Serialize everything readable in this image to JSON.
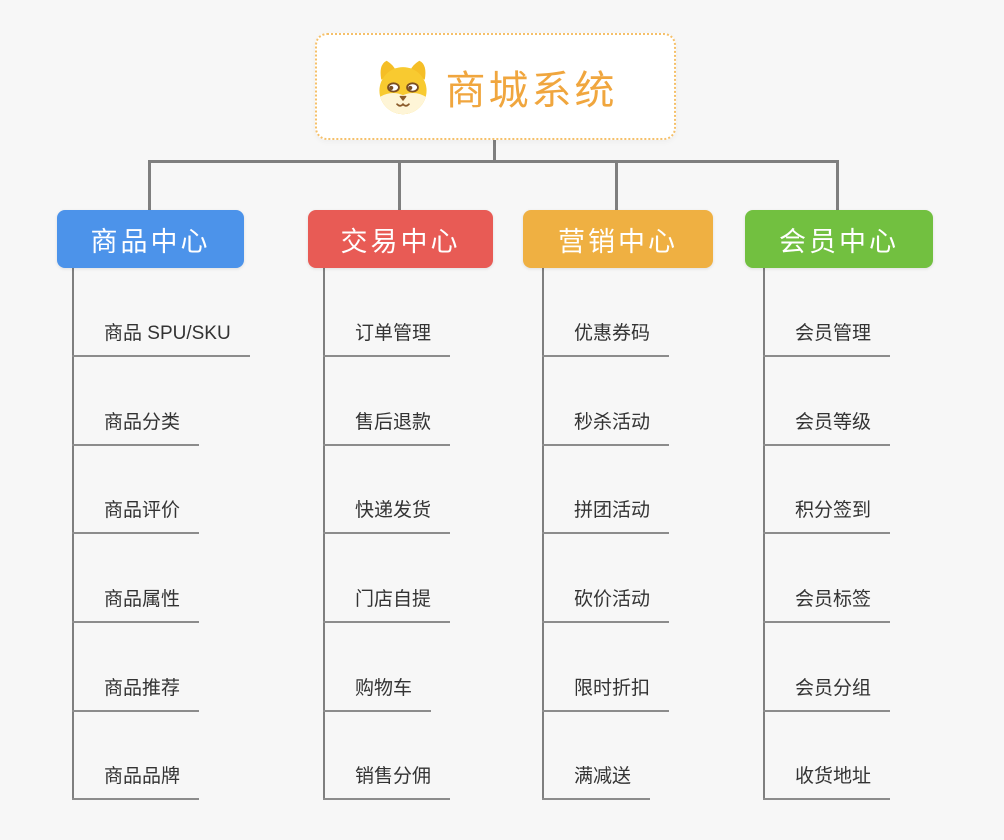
{
  "background": "#F7F7F7",
  "connector_color": "#7F7F7F",
  "leaf_line_color": "#8C8C8C",
  "leaf_text_color": "#333333",
  "root": {
    "title": "商城系统",
    "icon": "dog-face-icon",
    "text_color": "#F0A63E",
    "border_color": "#F5C06A"
  },
  "branches": [
    {
      "label": "商品中心",
      "color": "#4C93EA",
      "children": [
        "商品 SPU/SKU",
        "商品分类",
        "商品评价",
        "商品属性",
        "商品推荐",
        "商品品牌"
      ]
    },
    {
      "label": "交易中心",
      "color": "#E85B55",
      "children": [
        "订单管理",
        "售后退款",
        "快递发货",
        "门店自提",
        "购物车",
        "销售分佣"
      ]
    },
    {
      "label": "营销中心",
      "color": "#EFB042",
      "children": [
        "优惠券码",
        "秒杀活动",
        "拼团活动",
        "砍价活动",
        "限时折扣",
        "满减送"
      ]
    },
    {
      "label": "会员中心",
      "color": "#72C040",
      "children": [
        "会员管理",
        "会员等级",
        "积分签到",
        "会员标签",
        "会员分组",
        "收货地址"
      ]
    }
  ]
}
